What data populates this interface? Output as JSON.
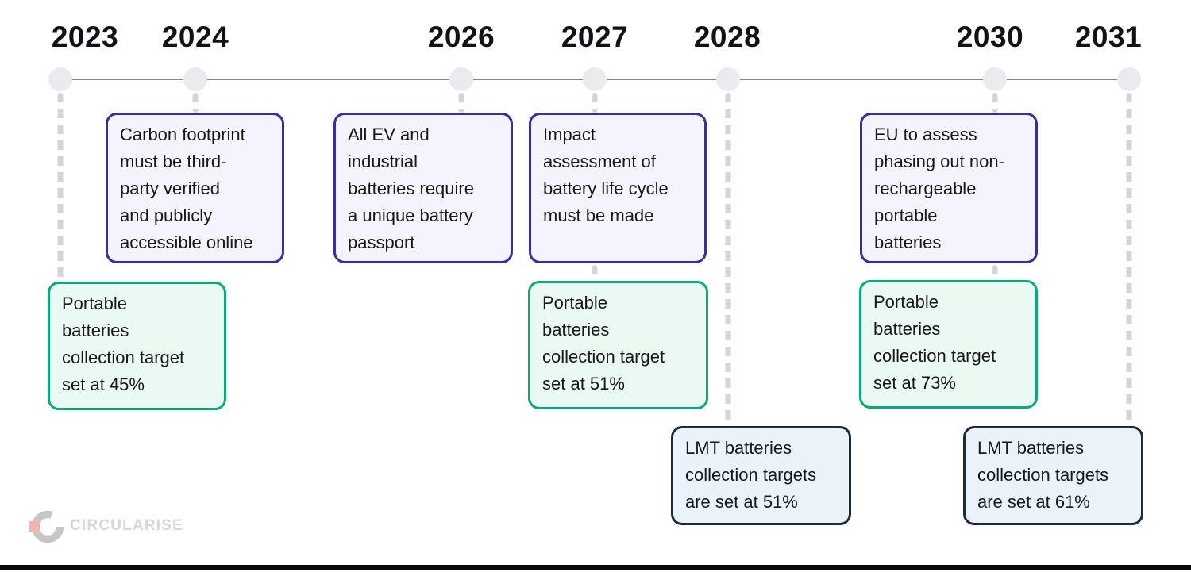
{
  "title_years": [
    {
      "label": "2023"
    },
    {
      "label": "2024"
    },
    {
      "label": "2026"
    },
    {
      "label": "2027"
    },
    {
      "label": "2028"
    },
    {
      "label": "2030"
    },
    {
      "label": "2031"
    }
  ],
  "cards": [
    {
      "id": "carbon-footprint-2024",
      "year": "2024",
      "category": "regulation",
      "text": "Carbon footprint\nmust be third-\nparty verified\nand publicly\naccessible online"
    },
    {
      "id": "battery-passport-2026",
      "year": "2026",
      "category": "regulation",
      "text": "All EV and\nindustrial\nbatteries require\na unique battery\npassport"
    },
    {
      "id": "impact-assessment-2027",
      "year": "2027",
      "category": "regulation",
      "text": "Impact\nassessment of\nbattery life cycle\nmust be made"
    },
    {
      "id": "phase-out-assessment-2030",
      "year": "2030",
      "category": "regulation",
      "text": "EU to assess\nphasing out non-\nrechargeable\nportable\nbatteries"
    },
    {
      "id": "portable-target-2023",
      "year": "2023",
      "category": "portable-target",
      "text": "Portable\nbatteries\ncollection target\nset at 45%"
    },
    {
      "id": "portable-target-2027",
      "year": "2027",
      "category": "portable-target",
      "text": "Portable\nbatteries\ncollection target\nset at 51%"
    },
    {
      "id": "portable-target-2030",
      "year": "2030",
      "category": "portable-target",
      "text": "Portable\nbatteries\ncollection target\nset at 73%"
    },
    {
      "id": "lmt-target-2028",
      "year": "2028",
      "category": "lmt-target",
      "text": "LMT batteries\ncollection targets\nare set at 51%"
    },
    {
      "id": "lmt-target-2031",
      "year": "2031",
      "category": "lmt-target",
      "text": "LMT batteries\ncollection targets\nare set at 61%"
    }
  ],
  "logo": {
    "text": "CIRCULARISE"
  },
  "colors": {
    "regulation_border": "#3a2da0",
    "regulation_fill": "#f5f3fc",
    "portable_border": "#0aa97b",
    "portable_fill": "#eafaf3",
    "lmt_border": "#1c2b45",
    "lmt_fill": "#ebf3fa",
    "timeline_line": "#85858d",
    "dot_fill": "#ebebef",
    "dash_fill": "#d5d5d9",
    "bottom_bar": "#07070d"
  }
}
